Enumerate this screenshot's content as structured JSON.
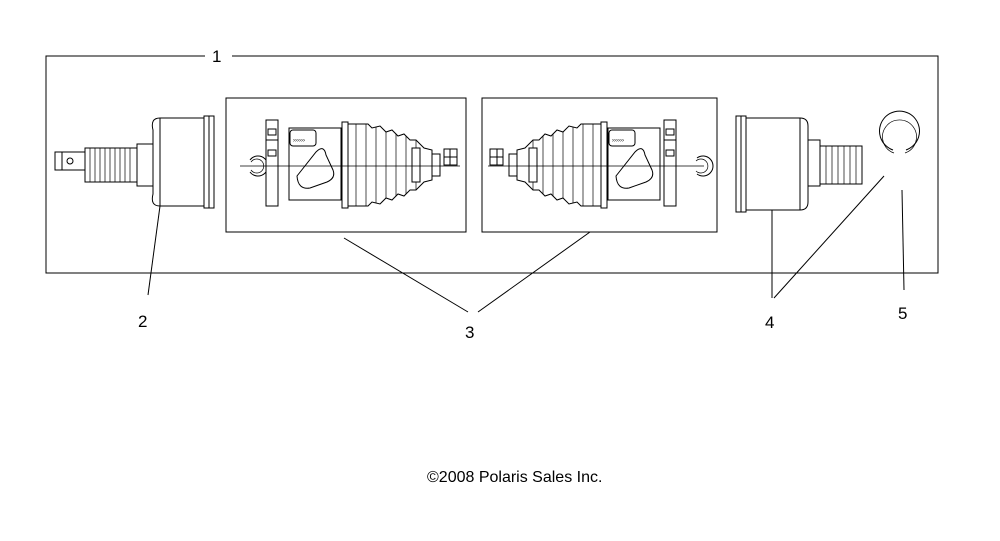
{
  "callouts": {
    "c1": "1",
    "c2": "2",
    "c3": "3",
    "c4": "4",
    "c5": "5"
  },
  "footer": {
    "copyright": "©2008 Polaris Sales Inc."
  },
  "colors": {
    "line": "#000000",
    "background": "#ffffff"
  }
}
